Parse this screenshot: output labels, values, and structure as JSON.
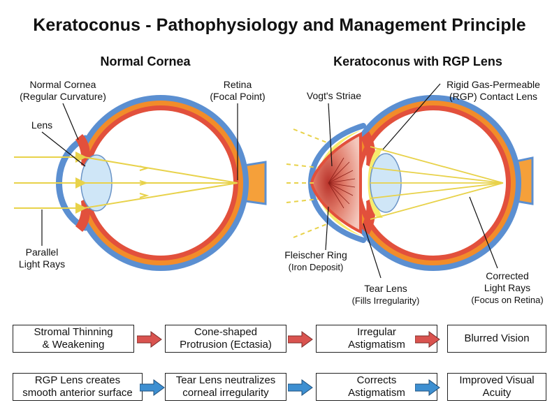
{
  "title": "Keratoconus - Pathophysiology and Management Principle",
  "left_panel": {
    "title": "Normal Cornea",
    "labels": {
      "normal_cornea": [
        "Normal Cornea",
        "(Regular Curvature)"
      ],
      "retina": [
        "Retina",
        "(Focal Point)"
      ],
      "lens": "Lens",
      "parallel_rays": [
        "Parallel",
        "Light Rays"
      ]
    }
  },
  "right_panel": {
    "title": "Keratoconus with RGP Lens",
    "labels": {
      "vogts_striae": "Vogt's Striae",
      "rgp_lens": [
        "Rigid Gas-Permeable",
        "(RGP) Contact Lens"
      ],
      "fleischer_ring": [
        "Fleischer Ring",
        "(Iron Deposit)"
      ],
      "tear_lens": [
        "Tear Lens",
        "(Fills Irregularity)"
      ],
      "corrected_rays": [
        "Corrected",
        "Light Rays",
        "(Focus on Retina)"
      ]
    }
  },
  "flow": {
    "pathophysiology": [
      "Stromal Thinning\n& Weakening",
      "Cone-shaped\nProtrusion (Ectasia)",
      "Irregular\nAstigmatism",
      "Blurred Vision"
    ],
    "management": [
      "RGP Lens creates\nsmooth anterior surface",
      "Tear Lens neutralizes\ncorneal irregularity",
      "Corrects\nAstigmatism",
      "Improved Visual\nAcuity"
    ]
  },
  "colors": {
    "sclera_blue": "#5b8fd1",
    "choroid_orange": "#f28c2a",
    "retina_red": "#e2503c",
    "lens_blue": "#cfe6f7",
    "light_ray_yellow": "#e8d24a",
    "optic_nerve": "#f5a03a",
    "tear_lens_yellow": "#f7ec6e",
    "arrow_red": "#d9534f",
    "arrow_blue": "#3d8fd1"
  }
}
